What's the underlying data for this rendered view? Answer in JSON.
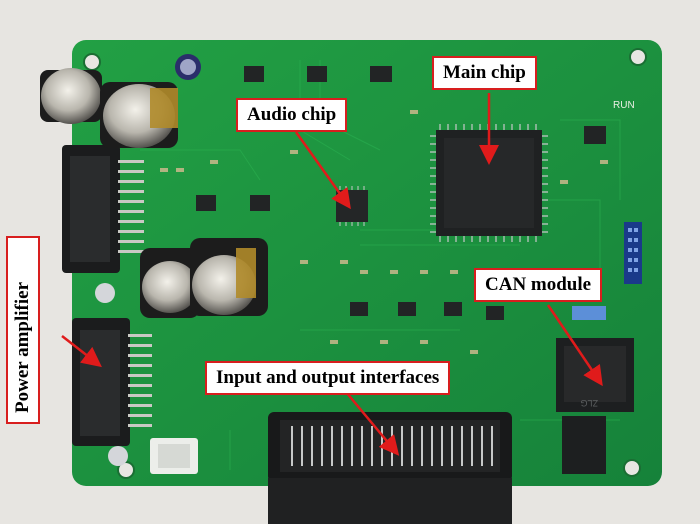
{
  "image": {
    "subject": "Green printed circuit board with labeled components",
    "labels": {
      "main_chip": "Main chip",
      "audio_chip": "Audio chip",
      "can_module": "CAN module",
      "power_amplifier": "Power amplifier",
      "io_interfaces": "Input and output interfaces"
    },
    "silkscreen": {
      "run": "RUN",
      "zlg": "ZLG"
    },
    "colors": {
      "background": "#e7e5e1",
      "pcb_green": "#1f8f3c",
      "pcb_dark_green": "#17732f",
      "label_border": "#d81e1e",
      "arrow": "#e01b1b",
      "chip_black": "#1c1e1f"
    }
  }
}
